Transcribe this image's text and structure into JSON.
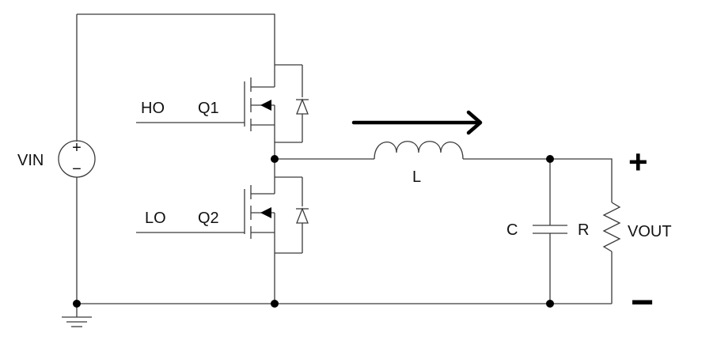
{
  "labels": {
    "vin": "VIN",
    "ho": "HO",
    "q1": "Q1",
    "lo": "LO",
    "q2": "Q2",
    "l": "L",
    "c": "C",
    "r": "R",
    "vout": "VOUT",
    "plus": "+",
    "minus": "−",
    "src_plus": "+",
    "src_minus": "−"
  }
}
